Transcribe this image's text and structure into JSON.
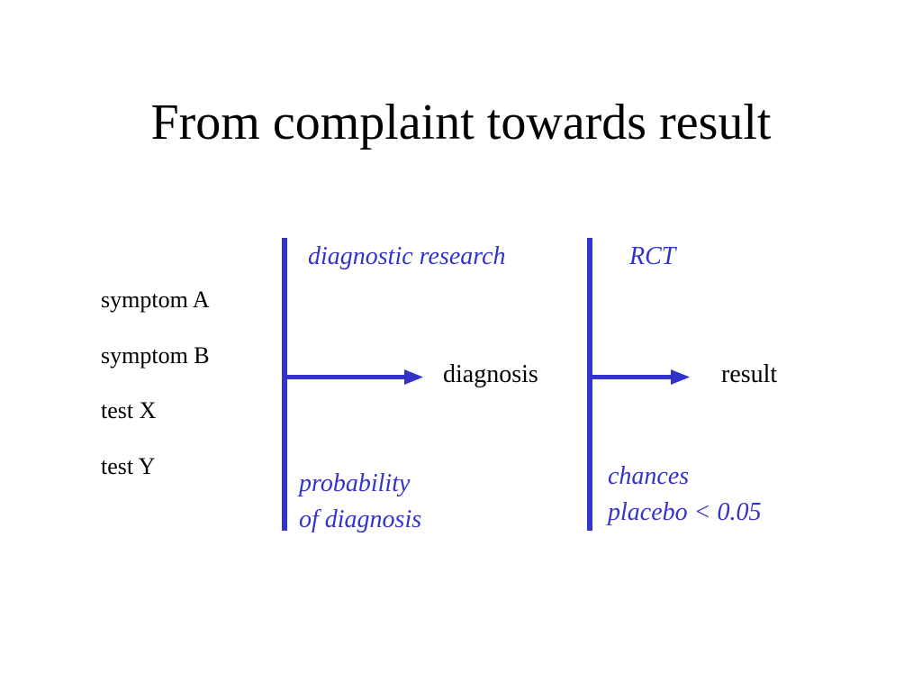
{
  "title": "From complaint towards result",
  "inputs": [
    "symptom A",
    "symptom B",
    "test X",
    "test Y"
  ],
  "stage1": {
    "top_label": "diagnostic research",
    "output": "diagnosis",
    "bottom_label": [
      "probability",
      "of diagnosis"
    ]
  },
  "stage2": {
    "top_label": "RCT",
    "output": "result",
    "bottom_label": [
      "chances",
      "placebo < 0.05"
    ]
  },
  "colors": {
    "accent": "#3333cc",
    "text": "#000000",
    "background": "#ffffff"
  }
}
